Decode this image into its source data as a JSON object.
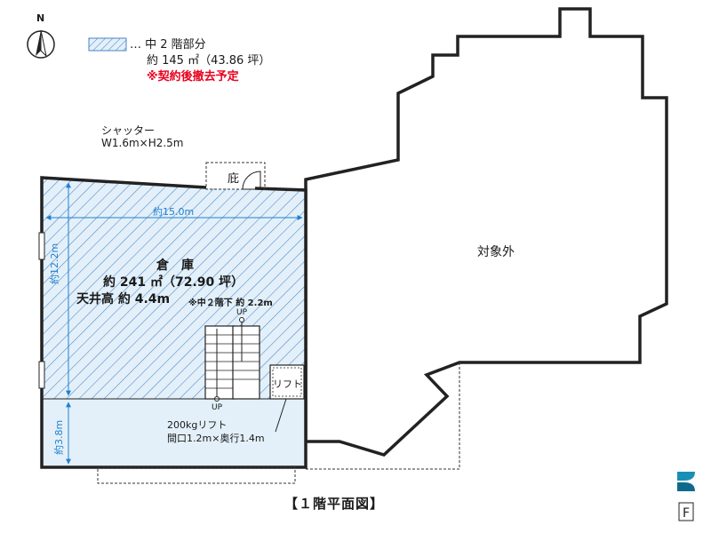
{
  "compass": {
    "label": "N"
  },
  "legend": {
    "swatch_label": "… 中 2 階部分",
    "area": "約 145 ㎡（43.86 坪）",
    "note": "※契約後撤去予定"
  },
  "shutter": {
    "label": "シャッター",
    "size": "W1.6m×H2.5m"
  },
  "eaves_label": "庇",
  "warehouse": {
    "name": "倉　庫",
    "area": "約 241 ㎡（72.90 坪）",
    "ceiling": "天井高 約 4.4m",
    "ceiling_note": "※中２階下 約 2.2m"
  },
  "dimensions": {
    "width": "約15.0m",
    "height": "約12.2m",
    "lower": "約3.8m"
  },
  "stairs": {
    "up_label": "UP"
  },
  "lift": {
    "label": "リフト",
    "capacity": "200kgリフト",
    "size": "間口1.2m×奥行1.4m"
  },
  "excluded_label": "対象外",
  "floor_title": "【１階平面図】",
  "colors": {
    "hatch": "#4a84c8",
    "fill": "#e3f0f9",
    "dimension": "#1f7fd0",
    "note": "#e8001c",
    "logo": "#1a8fb5"
  },
  "icons": [
    "compass-icon",
    "company-logo-icon",
    "f-badge-icon"
  ]
}
